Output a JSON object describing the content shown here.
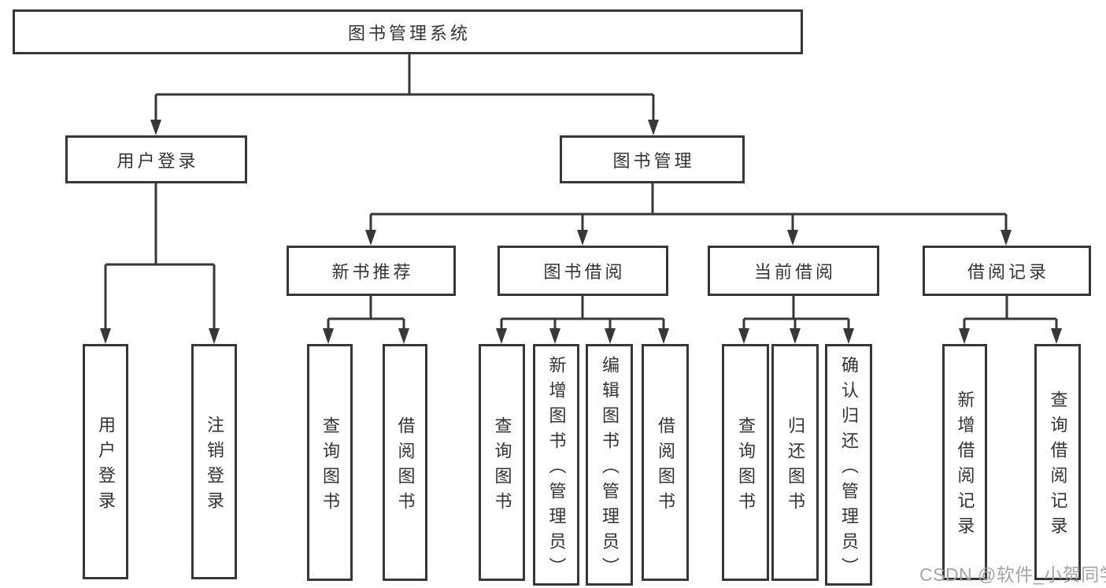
{
  "diagram": {
    "colors": {
      "line": "#373737",
      "box_border": "#373737",
      "text": "#333333",
      "background": "#ffffff",
      "watermark": "#a4a4a4"
    },
    "nodes": {
      "root": {
        "label": "图书管理系统"
      },
      "user_login": {
        "label": "用户登录"
      },
      "book_mgmt": {
        "label": "图书管理"
      },
      "new_book_rec": {
        "label": "新书推荐"
      },
      "book_borrow": {
        "label": "图书借阅"
      },
      "current_borrow": {
        "label": "当前借阅"
      },
      "borrow_records": {
        "label": "借阅记录"
      },
      "user_login_leaf": {
        "label": "用户登录"
      },
      "logout_leaf": {
        "label": "注销登录"
      },
      "query_books_1": {
        "label": "查询图书"
      },
      "borrow_books_1": {
        "label": "借阅图书"
      },
      "query_books_2": {
        "label": "查询图书"
      },
      "add_books": {
        "label": "新增图书（管理员）"
      },
      "edit_books": {
        "label": "编辑图书（管理员）"
      },
      "borrow_books_2": {
        "label": "借阅图书"
      },
      "query_books_3": {
        "label": "查询图书"
      },
      "return_books": {
        "label": "归还图书"
      },
      "confirm_return": {
        "label": "确认归还（管理员）"
      },
      "add_borrow_record": {
        "label": "新增借阅记录"
      },
      "query_borrow_record": {
        "label": "查询借阅记录"
      }
    },
    "edges": [
      [
        "root",
        "user_login"
      ],
      [
        "root",
        "book_mgmt"
      ],
      [
        "user_login",
        "user_login_leaf"
      ],
      [
        "user_login",
        "logout_leaf"
      ],
      [
        "book_mgmt",
        "new_book_rec"
      ],
      [
        "book_mgmt",
        "book_borrow"
      ],
      [
        "book_mgmt",
        "current_borrow"
      ],
      [
        "book_mgmt",
        "borrow_records"
      ],
      [
        "new_book_rec",
        "query_books_1"
      ],
      [
        "new_book_rec",
        "borrow_books_1"
      ],
      [
        "book_borrow",
        "query_books_2"
      ],
      [
        "book_borrow",
        "add_books"
      ],
      [
        "book_borrow",
        "edit_books"
      ],
      [
        "book_borrow",
        "borrow_books_2"
      ],
      [
        "current_borrow",
        "query_books_3"
      ],
      [
        "current_borrow",
        "return_books"
      ],
      [
        "current_borrow",
        "confirm_return"
      ],
      [
        "borrow_records",
        "add_borrow_record"
      ],
      [
        "borrow_records",
        "query_borrow_record"
      ]
    ],
    "watermark": {
      "text": "CSDN @软件_小贺同学"
    }
  }
}
